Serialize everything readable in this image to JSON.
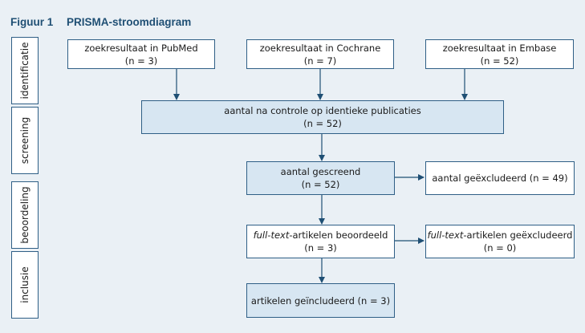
{
  "figure": {
    "label": "Figuur 1",
    "title": "PRISMA-stroomdiagram"
  },
  "stages": [
    "identificatie",
    "screening",
    "beoordeling",
    "inclusie"
  ],
  "boxes": {
    "pubmed": {
      "line1": "zoekresultaat in PubMed",
      "line2": "(n = 3)"
    },
    "cochrane": {
      "line1": "zoekresultaat in Cochrane",
      "line2": "(n = 7)"
    },
    "embase": {
      "line1": "zoekresultaat in Embase",
      "line2": "(n = 52)"
    },
    "dedup": {
      "line1": "aantal na controle op identieke publicaties",
      "line2": "(n = 52)"
    },
    "screened": {
      "line1": "aantal gescreend",
      "line2": "(n = 52)"
    },
    "excluded_screen": {
      "line1": "aantal geëxcludeerd (n = 49)"
    },
    "fulltext": {
      "italic": "full-text",
      "rest": "-artikelen beoordeeld",
      "line2": "(n = 3)"
    },
    "excluded_fulltext": {
      "italic": "full-text",
      "rest": "-artikelen geëxcludeerd",
      "line2": "(n = 0)"
    },
    "included": {
      "line1": "artikelen geïncludeerd (n = 3)"
    }
  },
  "colors": {
    "accent": "#1f4f74",
    "box_fill": "#d7e6f2",
    "background": "#eaf0f5",
    "border": "#2f5f86"
  }
}
